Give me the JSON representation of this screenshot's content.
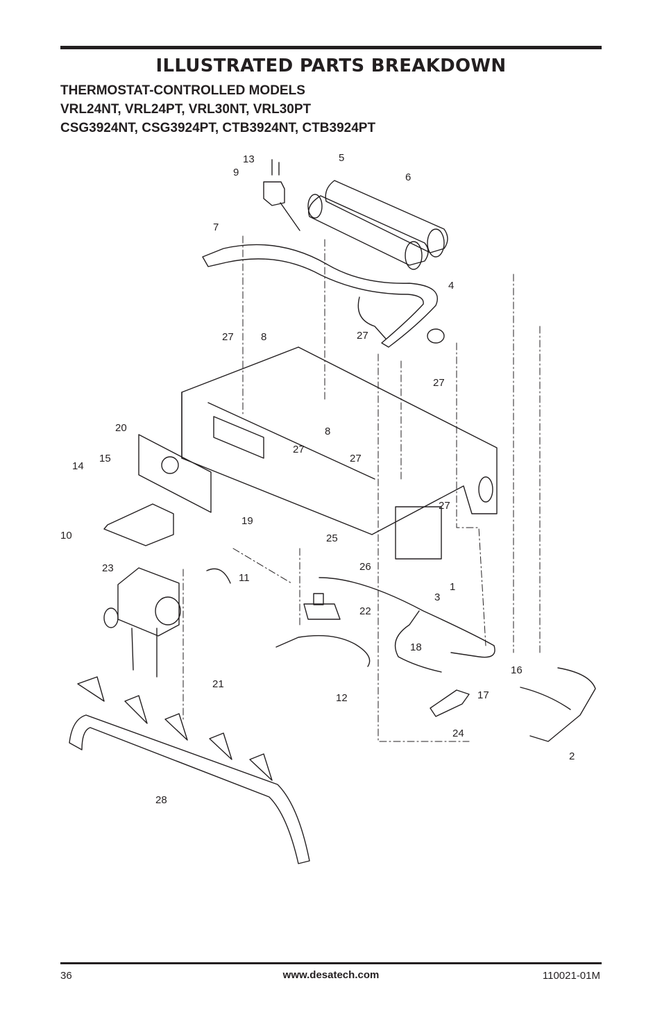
{
  "header": {
    "title": "ILLUSTRATED PARTS BREAKDOWN",
    "subtitle_1": "THERMOSTAT-CONTROLLED MODELS",
    "subtitle_2": "VRL24NT, VRL24PT, VRL30NT, VRL30PT",
    "subtitle_3": "CSG3924NT, CSG3924PT, CTB3924NT, CTB3924PT"
  },
  "diagram": {
    "callouts": [
      "13",
      "5",
      "9",
      "6",
      "7",
      "4",
      "27",
      "8",
      "27",
      "27",
      "20",
      "8",
      "27",
      "27",
      "15",
      "14",
      "27",
      "19",
      "10",
      "25",
      "26",
      "23",
      "11",
      "1",
      "3",
      "22",
      "18",
      "16",
      "17",
      "21",
      "12",
      "24",
      "2",
      "28"
    ]
  },
  "footer": {
    "page_number": "36",
    "website": "www.desatech.com",
    "doc_number": "110021-01M"
  },
  "colors": {
    "ink": "#231f20",
    "paper": "#ffffff"
  }
}
